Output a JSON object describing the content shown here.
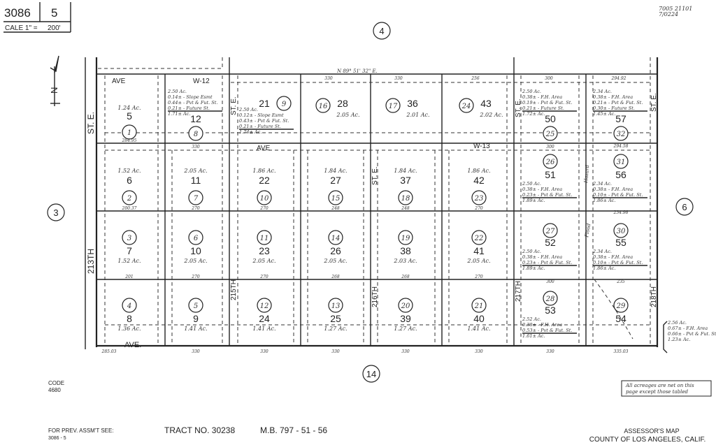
{
  "header": {
    "book": "3086",
    "page": "5",
    "scale_label": "CALE 1\" =",
    "scale_value": "200'",
    "stamp_line1": "7005 21101",
    "stamp_line2": "7/0224"
  },
  "bearing": "N 89° 51' 32\" E.",
  "adjacent_pages": {
    "north": "4",
    "west": "3",
    "east": "6",
    "south": "14"
  },
  "north_arrow_label": "N",
  "streets": {
    "west_top": "ST. E.",
    "west_bottom": "213TH",
    "col3": "215TH",
    "col3_top": "ST. E.",
    "col5": "216TH",
    "col5_top": "ST. E.",
    "col7": "217TH",
    "col7_top": "ST. E.",
    "east_top": "ST. E.",
    "east_bottom": "218TH",
    "north_ave": "AVE",
    "north_w": "W-12",
    "mid_ave": "AVE",
    "mid_w": "W-13",
    "south_ave": "AVE.",
    "flood_label": "Flood",
    "hazard_label": "Hazard"
  },
  "parcels": [
    [
      {
        "num": "5",
        "circle": "1",
        "acres": "1.24 Ac."
      },
      {
        "num": "12",
        "circle": "8",
        "notes": [
          "2.50 Ac.",
          "0.14± - Slope Esmt",
          "0.44± - Pvt & Fut. St.",
          "0.21± - Future St.",
          "1.71± Ac."
        ]
      },
      {
        "num": "21",
        "circle": "9",
        "notes": [
          "2.50 Ac.",
          "0.12± - Slope Esmt",
          "0.43± - Pvt & Fut. St.",
          "0.21± - Future St.",
          "1.74± Ac."
        ]
      },
      {
        "num": "28",
        "circle": "16",
        "acres": "2.05 Ac."
      },
      {
        "num": "36",
        "circle": "17",
        "acres": "2.01 Ac."
      },
      {
        "num": "43",
        "circle": "24",
        "acres": "2.02 Ac."
      },
      {
        "num": "50",
        "circle": "25",
        "notes": [
          "2.50 Ac.",
          "0.38± - F.H. Area",
          "0.19± - Pvt & Fut. St.",
          "0.21± - Future St.",
          "1.72± Ac."
        ]
      },
      {
        "num": "57",
        "circle": "32",
        "notes": [
          "2.34 Ac.",
          "0.38± - F.H. Area",
          "0.21± - Pvt & Fut. St.",
          "0.30± - Future St.",
          "1.45± Ac."
        ]
      }
    ],
    [
      {
        "num": "6",
        "circle": "2",
        "acres": "1.52 Ac."
      },
      {
        "num": "11",
        "circle": "7",
        "acres": "2.05 Ac."
      },
      {
        "num": "22",
        "circle": "10",
        "acres": "1.86 Ac."
      },
      {
        "num": "27",
        "circle": "15",
        "acres": "1.84 Ac."
      },
      {
        "num": "37",
        "circle": "18",
        "acres": "1.84 Ac."
      },
      {
        "num": "42",
        "circle": "23",
        "acres": "1.86 Ac."
      },
      {
        "num": "51",
        "circle": "26",
        "notes": [
          "2.50 Ac.",
          "0.38± - F.H. Area",
          "0.23± - Pvt & Fut. St.",
          "1.89± Ac."
        ]
      },
      {
        "num": "56",
        "circle": "31",
        "notes": [
          "2.34 Ac.",
          "0.38± - F.H. Area",
          "0.10± - Pvt & Fut. St.",
          "1.86± Ac."
        ]
      }
    ],
    [
      {
        "num": "7",
        "circle": "3",
        "acres": "1.52 Ac."
      },
      {
        "num": "10",
        "circle": "6",
        "acres": "2.05 Ac."
      },
      {
        "num": "23",
        "circle": "11",
        "acres": "2.05 Ac."
      },
      {
        "num": "26",
        "circle": "14",
        "acres": "2.05 Ac."
      },
      {
        "num": "38",
        "circle": "19",
        "acres": "2.03 Ac."
      },
      {
        "num": "41",
        "circle": "22",
        "acres": "2.05 Ac."
      },
      {
        "num": "52",
        "circle": "27",
        "notes": [
          "2.50 Ac.",
          "0.38± - F.H. Area",
          "0.23± - Pvt & Fut. St.",
          "1.89± Ac."
        ]
      },
      {
        "num": "55",
        "circle": "30",
        "notes": [
          "2.34 Ac.",
          "0.38± - F.H. Area",
          "0.10± - Pvt & Fut. St.",
          "1.86± Ac."
        ]
      }
    ],
    [
      {
        "num": "8",
        "circle": "4",
        "acres": "1.36 Ac."
      },
      {
        "num": "9",
        "circle": "5",
        "acres": "1.41 Ac."
      },
      {
        "num": "24",
        "circle": "12",
        "acres": "1.41 Ac."
      },
      {
        "num": "25",
        "circle": "13",
        "acres": "1.27 Ac."
      },
      {
        "num": "39",
        "circle": "20",
        "acres": "1.27 Ac."
      },
      {
        "num": "40",
        "circle": "21",
        "acres": "1.41 Ac."
      },
      {
        "num": "53",
        "circle": "28",
        "notes": [
          "2.52 Ac.",
          "0.38± - F.H. Area",
          "0.53± - Pvt & Fut. St.",
          "1.61± Ac."
        ]
      },
      {
        "num": "54",
        "circle": "29"
      }
    ]
  ],
  "parcel_54_note": [
    "2.56 Ac.",
    "0.67± - F.H. Area",
    "0.66± - Pvt & Fut. St.",
    "1.23± Ac."
  ],
  "dimensions": {
    "top": [
      "330",
      "330",
      "256",
      "300",
      "294.92"
    ],
    "bottom": [
      "285.03",
      "330",
      "330",
      "330",
      "330",
      "330",
      "330",
      "335.03"
    ],
    "row_lines": [
      "284.95",
      "330",
      "300",
      "294.58",
      "200.37",
      "270",
      "270",
      "248",
      "248",
      "270",
      "234.98",
      "201",
      "270",
      "270",
      "268",
      "268",
      "270",
      "300",
      "235"
    ]
  },
  "notice": [
    "All acreages are net on this",
    "page except those tabled"
  ],
  "footer": {
    "code_label": "CODE",
    "code_value": "4680",
    "prev_label": "FOR PREV. ASSM'T SEE:",
    "prev_value": "3086 - 5",
    "tract": "TRACT NO. 30238",
    "map_book": "M.B. 797 - 51 - 56",
    "title1": "ASSESSOR'S MAP",
    "title2": "COUNTY OF LOS ANGELES, CALIF."
  }
}
